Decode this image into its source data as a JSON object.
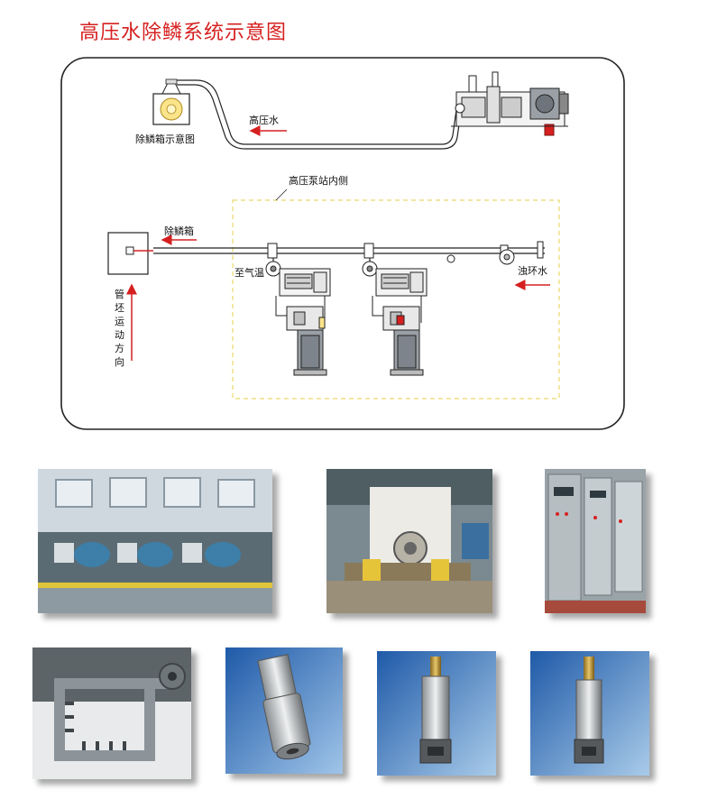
{
  "title": "高压水除鳞系统示意图",
  "labels": {
    "descaling_box_diagram": "除鳞箱示意图",
    "high_pressure_water": "高压水",
    "pump_station_inside": "高压泵站内侧",
    "descaling_box": "除鳞箱",
    "to_air_temp": "至气温",
    "turbid_circulating_water": "浊环水",
    "billet_direction": [
      "管",
      "坯",
      "运",
      "动",
      "方",
      "向"
    ]
  },
  "colors": {
    "title": "#d62020",
    "arrow": "#d62020",
    "line": "#222222",
    "dashed_box": "#f0e27a"
  },
  "photos": [
    {
      "name": "workshop-pump-room-photo"
    },
    {
      "name": "descaling-box-photo"
    },
    {
      "name": "control-cabinet-photo"
    },
    {
      "name": "spray-header-photo"
    },
    {
      "name": "nozzle-photo-1"
    },
    {
      "name": "nozzle-photo-2"
    },
    {
      "name": "nozzle-photo-3"
    }
  ]
}
